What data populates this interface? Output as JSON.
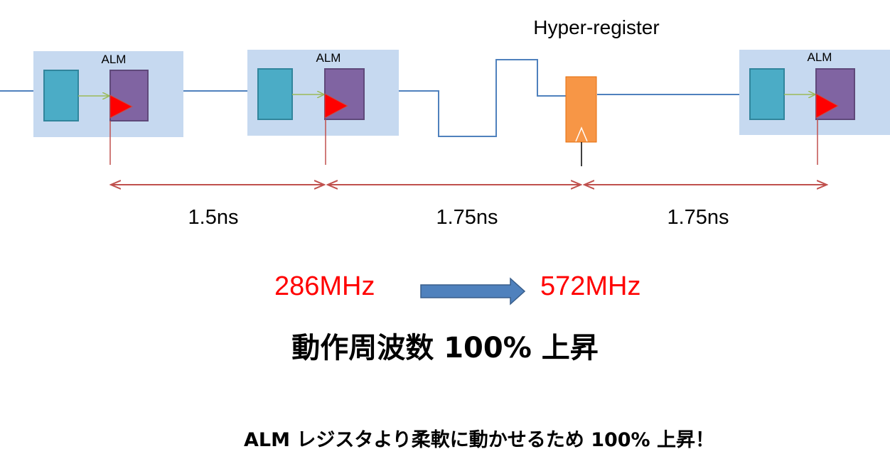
{
  "labels": {
    "alm": [
      "ALM",
      "ALM",
      "ALM"
    ],
    "hyper_register": "Hyper-register"
  },
  "timings": [
    "1.5ns",
    "1.75ns",
    "1.75ns"
  ],
  "frequency": {
    "before": "286MHz",
    "after": "572MHz"
  },
  "headline": "動作周波数 100% 上昇",
  "subline": "ALM レジスタより柔軟に動かせるため 100% 上昇！",
  "colors": {
    "alm_box": "#c6d9f0",
    "lut_block": "#4bacc6",
    "register_block": "#8064a2",
    "clock_triangle": "#ff0000",
    "hyper_register": "#f79646",
    "wire": "#4f81bd",
    "measure_arrow": "#c0504d",
    "frequency_text": "#ff0000",
    "transition_arrow": "#4f81bd"
  }
}
